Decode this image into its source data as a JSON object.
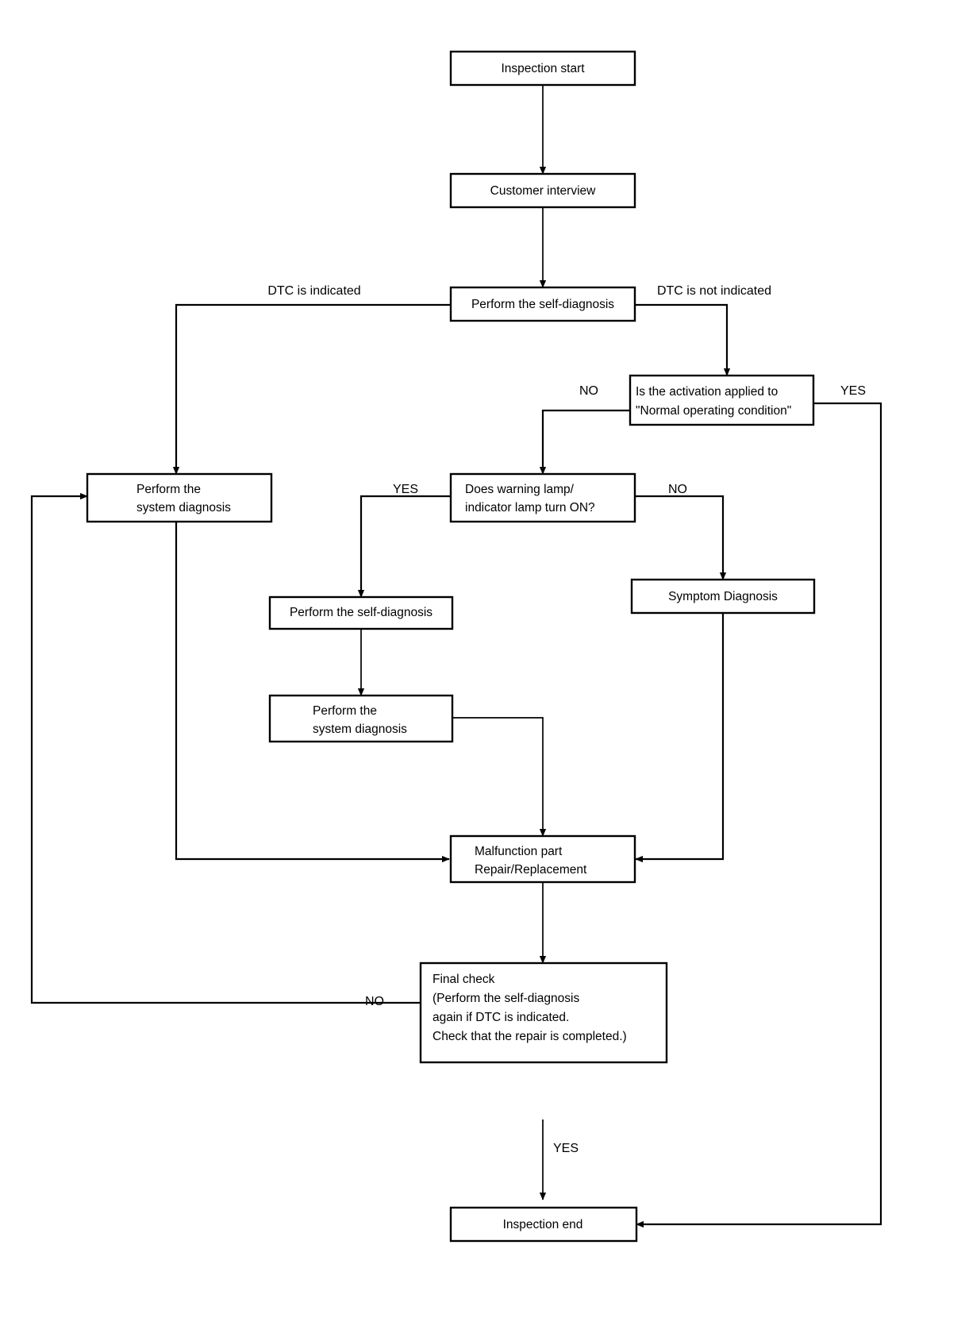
{
  "diagram": {
    "title": "Diagnostic inspection flowchart",
    "type": "flowchart",
    "stroke_color": "#000000",
    "background_color": "#ffffff",
    "nodes": [
      {
        "id": "inspection_start",
        "label": "Inspection start",
        "lines": [
          "Inspection start"
        ],
        "align": "center"
      },
      {
        "id": "customer_interview",
        "label": "Customer interview",
        "lines": [
          "Customer interview"
        ],
        "align": "center"
      },
      {
        "id": "self_diagnosis_1",
        "label": "Perform the self-diagnosis",
        "lines": [
          "Perform the self-diagnosis"
        ],
        "align": "center"
      },
      {
        "id": "activation_question",
        "label": "Is the activation applied to \"Normal operating condition\"",
        "lines": [
          "Is the activation applied to",
          "\"Normal operating condition\""
        ],
        "align": "left"
      },
      {
        "id": "system_diagnosis_left",
        "label": "Perform the system diagnosis",
        "lines": [
          "Perform the",
          "system diagnosis"
        ],
        "align": "left"
      },
      {
        "id": "warning_lamp_question",
        "label": "Does warning lamp/indicator lamp turn ON?",
        "lines": [
          "Does warning lamp/",
          "indicator lamp turn ON?"
        ],
        "align": "left"
      },
      {
        "id": "symptom_diagnosis",
        "label": "Symptom Diagnosis",
        "lines": [
          "Symptom Diagnosis"
        ],
        "align": "center"
      },
      {
        "id": "self_diagnosis_2",
        "label": "Perform the self-diagnosis",
        "lines": [
          "Perform the self-diagnosis"
        ],
        "align": "center"
      },
      {
        "id": "system_diagnosis_mid",
        "label": "Perform the system diagnosis",
        "lines": [
          "Perform the",
          "system diagnosis"
        ],
        "align": "left"
      },
      {
        "id": "malfunction_part",
        "label": "Malfunction part Repair/Replacement",
        "lines": [
          "Malfunction part",
          "Repair/Replacement"
        ],
        "align": "left"
      },
      {
        "id": "final_check",
        "label": "Final check (Perform the self-diagnosis again if DTC is indicated. Check that the repair is completed.)",
        "lines": [
          "Final check",
          "(Perform the self-diagnosis",
          "again if DTC is indicated.",
          "Check that the repair is completed.)"
        ],
        "align": "left"
      },
      {
        "id": "inspection_end",
        "label": "Inspection end",
        "lines": [
          "Inspection end"
        ],
        "align": "center"
      }
    ],
    "edge_labels": [
      {
        "id": "dtc_indicated",
        "text": "DTC is indicated"
      },
      {
        "id": "dtc_not_indicated",
        "text": "DTC is not indicated"
      },
      {
        "id": "activation_no",
        "text": "NO"
      },
      {
        "id": "activation_yes",
        "text": "YES"
      },
      {
        "id": "lamp_yes",
        "text": "YES"
      },
      {
        "id": "lamp_no",
        "text": "NO"
      },
      {
        "id": "final_no",
        "text": "NO"
      },
      {
        "id": "final_yes",
        "text": "YES"
      }
    ]
  }
}
